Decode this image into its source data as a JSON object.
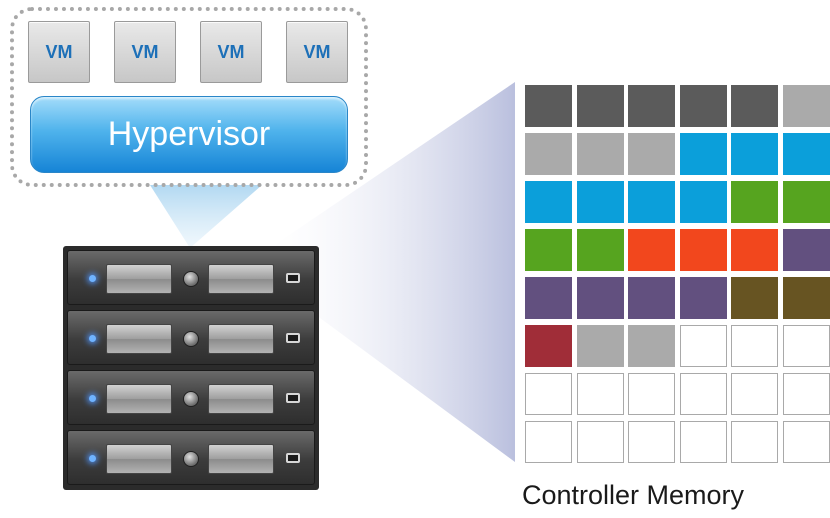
{
  "vms": [
    {
      "label": "VM"
    },
    {
      "label": "VM"
    },
    {
      "label": "VM"
    },
    {
      "label": "VM"
    }
  ],
  "hypervisor": {
    "label": "Hypervisor"
  },
  "memory": {
    "caption": "Controller Memory",
    "columns": 6,
    "rows": 8,
    "colors": {
      "dark_gray": "#5b5b5b",
      "light_gray": "#aaaaaa",
      "blue": "#0b9fda",
      "green": "#56a41f",
      "orange": "#f2471d",
      "purple": "#62507f",
      "olive": "#675422",
      "red": "#a02d38",
      "empty": "#ffffff"
    },
    "cells": [
      "dark_gray",
      "dark_gray",
      "dark_gray",
      "dark_gray",
      "dark_gray",
      "light_gray",
      "light_gray",
      "light_gray",
      "light_gray",
      "blue",
      "blue",
      "blue",
      "blue",
      "blue",
      "blue",
      "blue",
      "green",
      "green",
      "green",
      "green",
      "orange",
      "orange",
      "orange",
      "purple",
      "purple",
      "purple",
      "purple",
      "purple",
      "olive",
      "olive",
      "red",
      "light_gray",
      "light_gray",
      "empty",
      "empty",
      "empty",
      "empty",
      "empty",
      "empty",
      "empty",
      "empty",
      "empty",
      "empty",
      "empty",
      "empty",
      "empty",
      "empty",
      "empty"
    ]
  },
  "colors": {
    "beam": "#c7dff0",
    "memory_beam": "#c9cde4"
  },
  "server_units": 4
}
